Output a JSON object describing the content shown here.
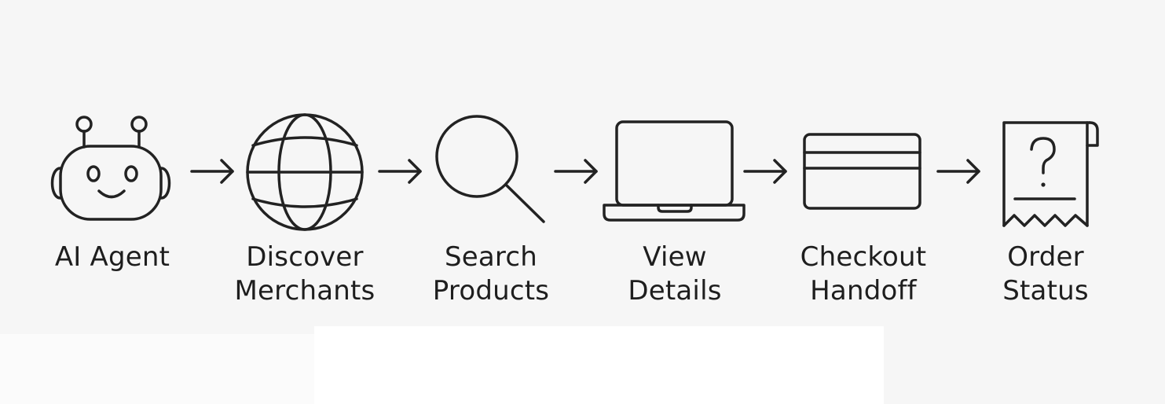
{
  "colors": {
    "background": "#f6f6f6",
    "stroke": "#222222",
    "text": "#1e1e1e"
  },
  "steps": [
    {
      "icon": "robot-icon",
      "lines": [
        "AI Agent"
      ]
    },
    {
      "icon": "globe-icon",
      "lines": [
        "Discover",
        "Merchants"
      ]
    },
    {
      "icon": "magnifier-icon",
      "lines": [
        "Search",
        "Products"
      ]
    },
    {
      "icon": "laptop-icon",
      "lines": [
        "View",
        "Details"
      ]
    },
    {
      "icon": "credit-card-icon",
      "lines": [
        "Checkout",
        "Handoff"
      ]
    },
    {
      "icon": "receipt-question-icon",
      "lines": [
        "Order",
        "Status"
      ]
    }
  ]
}
